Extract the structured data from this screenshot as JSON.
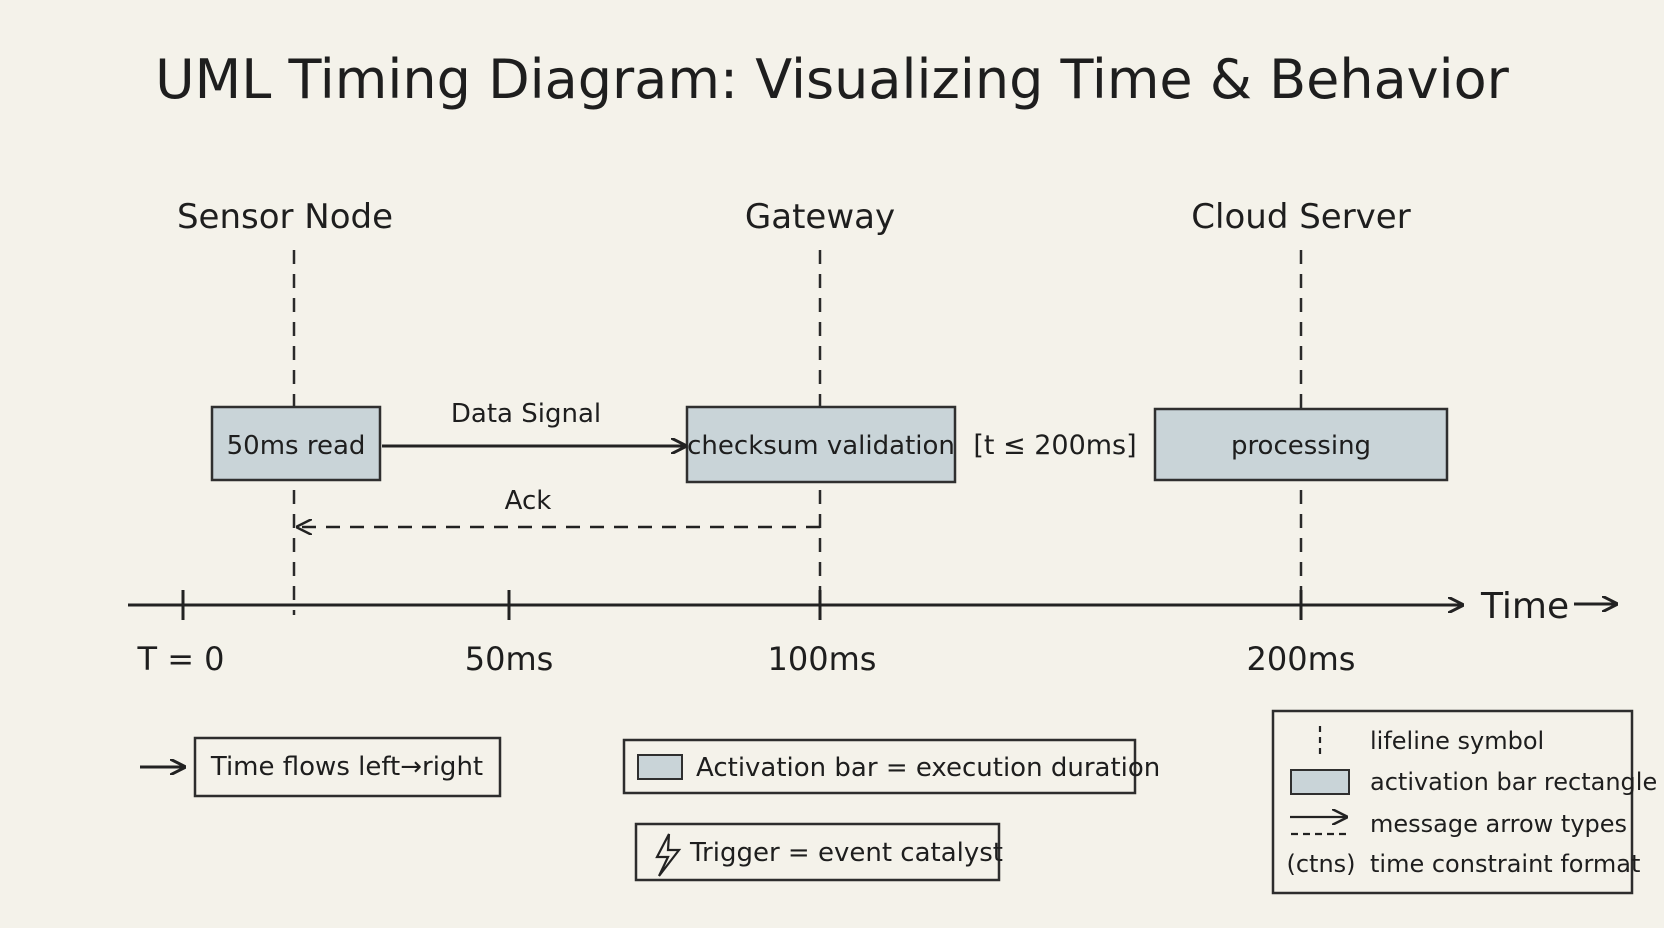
{
  "diagram": {
    "title": "UML Timing Diagram: Visualizing Time & Behavior",
    "lifelines": [
      {
        "name": "Sensor Node",
        "activation": "50ms read"
      },
      {
        "name": "Gateway",
        "activation": "checksum validation"
      },
      {
        "name": "Cloud Server",
        "activation": "processing"
      }
    ],
    "messages": {
      "data_signal": "Data Signal",
      "ack": "Ack"
    },
    "constraint": "[t ≤ 200ms]",
    "axis": {
      "label": "Time",
      "ticks": [
        "T = 0",
        "50ms",
        "100ms",
        "200ms"
      ]
    },
    "legend": {
      "time_flow": "Time flows left→right",
      "activation_bar": "Activation bar = execution duration",
      "trigger": "Trigger = event catalyst",
      "key": [
        {
          "symbol": "lifeline",
          "label": "lifeline symbol"
        },
        {
          "symbol": "activation",
          "label": "activation bar rectangle"
        },
        {
          "symbol": "arrows",
          "label": "message arrow types"
        },
        {
          "symbol": "(ctns)",
          "label": "time constraint format"
        }
      ]
    }
  }
}
